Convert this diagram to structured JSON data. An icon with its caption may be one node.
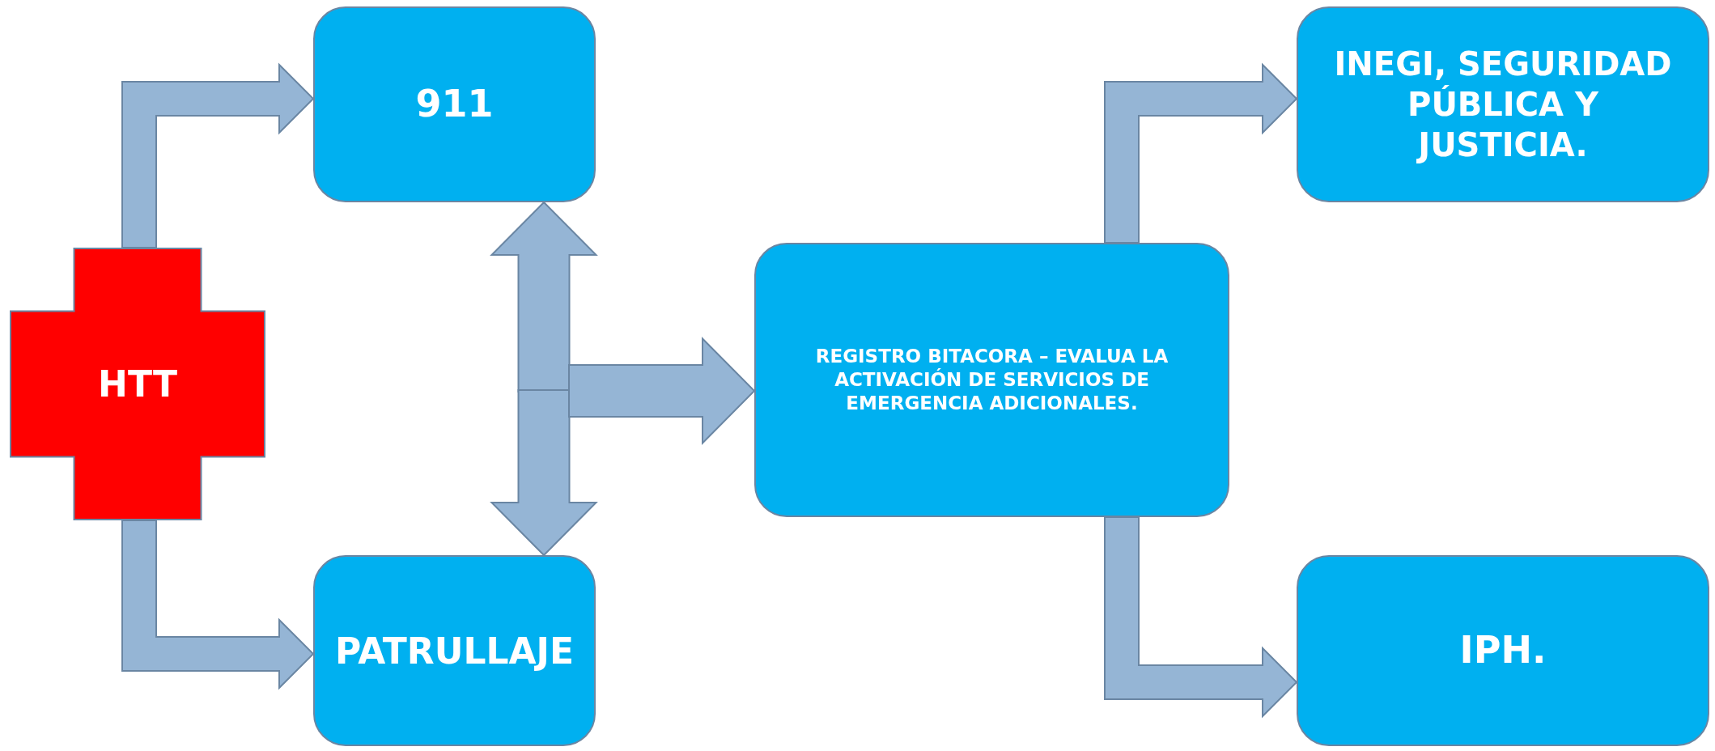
{
  "diagram": {
    "nodes": [
      {
        "text": [
          "HTT"
        ]
      },
      {
        "text": [
          "911"
        ]
      },
      {
        "text": [
          "PATRULLAJE"
        ]
      },
      {
        "text": [
          "REGISTRO BITACORA – EVALUA LA ACTIVACIÓN DE SERVICIOS DE EMERGENCIA ADICIONALES."
        ]
      },
      {
        "text": [
          "INEGI, SEGURIDAD PÚBLICA Y JUSTICIA."
        ]
      },
      {
        "text": [
          "IPH."
        ]
      }
    ],
    "edges": [
      {
        "from": 0,
        "to": 1,
        "arrow": "to"
      },
      {
        "from": 0,
        "to": 2,
        "arrow": "to"
      },
      {
        "from": null,
        "to": 1,
        "arrow": "to"
      },
      {
        "from": null,
        "to": 2,
        "arrow": "to"
      },
      {
        "from": null,
        "to": 3,
        "arrow": "to"
      },
      {
        "from": 3,
        "to": 4,
        "arrow": "to"
      },
      {
        "from": 3,
        "to": 5,
        "arrow": "to"
      }
    ]
  }
}
